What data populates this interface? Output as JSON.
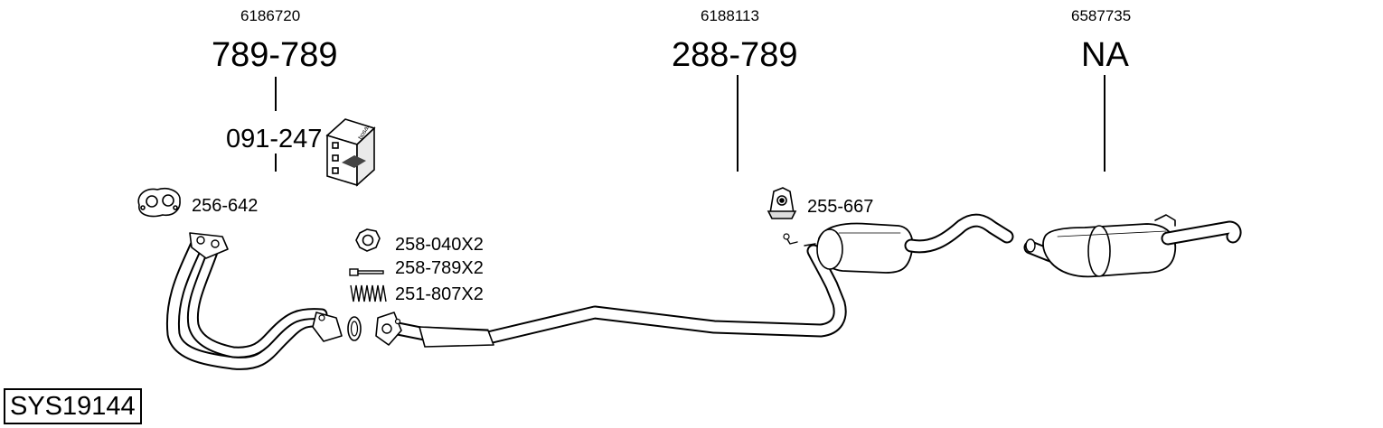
{
  "parts": {
    "left": {
      "oem": "6186720",
      "part": "789-789"
    },
    "middle": {
      "oem": "6188113",
      "part": "288-789"
    },
    "right": {
      "oem": "6587735",
      "part": "NA"
    }
  },
  "kit": {
    "part": "091-247",
    "box_brand": "bosal"
  },
  "accessories": {
    "gasket": "256-642",
    "nut": "258-040X2",
    "bolt": "258-789X2",
    "spring": "251-807X2",
    "rubber_mount": "255-667"
  },
  "system_id": "SYS19144",
  "colors": {
    "line": "#000000",
    "pipe_fill": "#ffffff",
    "shade": "#d8d8d8"
  }
}
